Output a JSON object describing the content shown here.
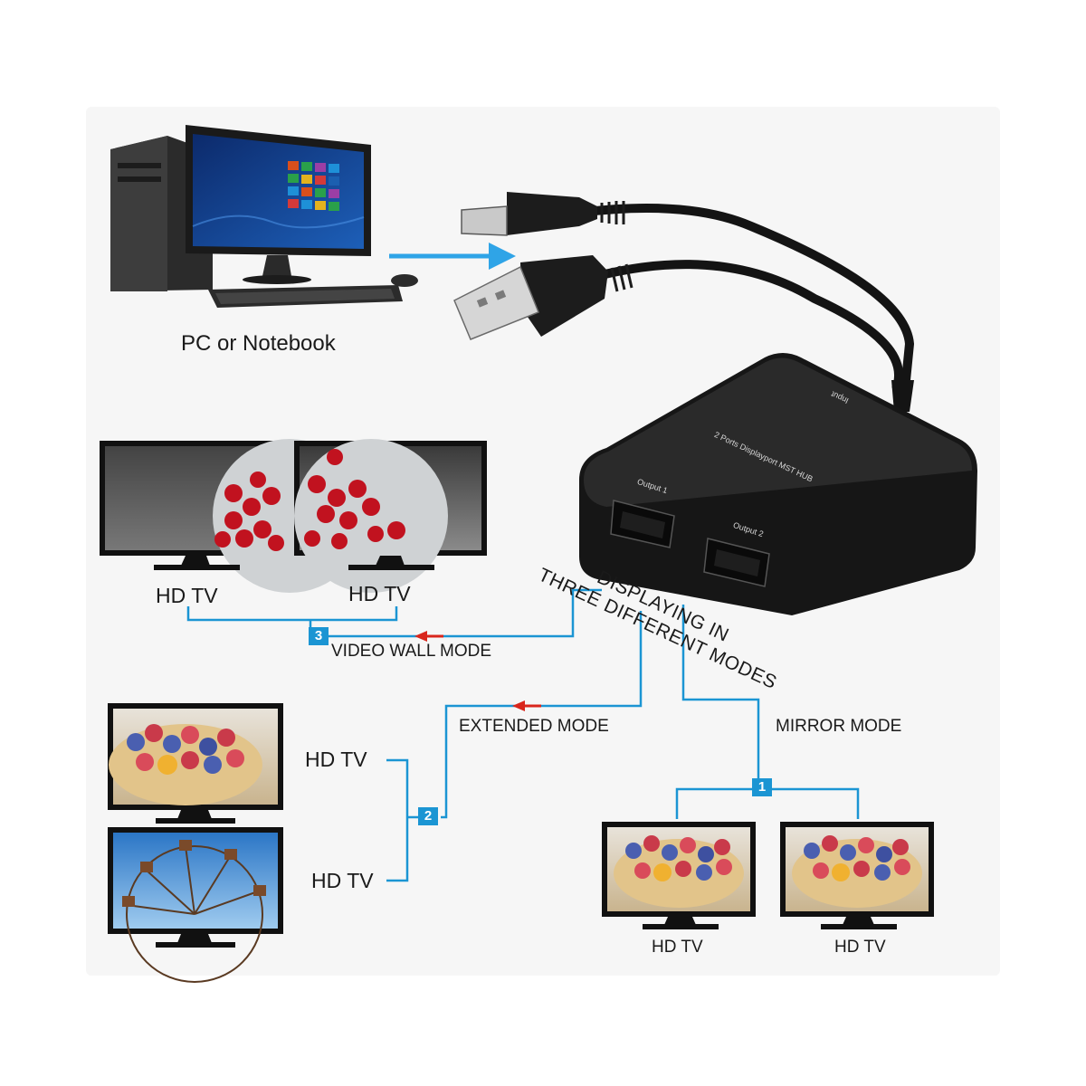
{
  "source_label": "PC or Notebook",
  "hub": {
    "title": "2 Ports Displayport MST HUB",
    "input_label": "Input",
    "output1_label": "Output 1",
    "output2_label": "Output 2"
  },
  "headline": [
    "DISPLAYING IN",
    "THREE DIFFERENT MODES"
  ],
  "modes": {
    "video_wall": {
      "label": "VIDEO WALL MODE",
      "number": "3",
      "tv_labels": [
        "HD TV",
        "HD TV"
      ]
    },
    "extended": {
      "label": "EXTENDED MODE",
      "number": "2",
      "tv_labels": [
        "HD TV",
        "HD TV"
      ]
    },
    "mirror": {
      "label": "MIRROR MODE",
      "number": "1",
      "tv_labels": [
        "HD TV",
        "HD TV"
      ]
    }
  },
  "colors": {
    "line": "#1b95d3",
    "arrow": "#d9261c",
    "badge": "#1b95d3"
  }
}
